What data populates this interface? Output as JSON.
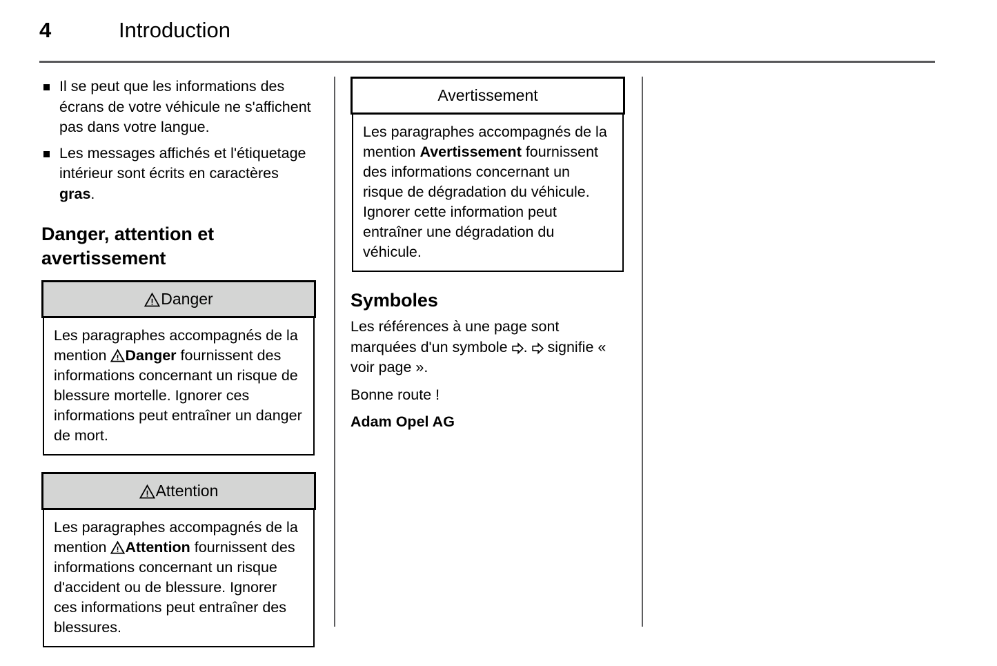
{
  "header": {
    "page_number": "4",
    "title": "Introduction"
  },
  "left_column": {
    "bullets": [
      {
        "text_before": "Il se peut que les informations des écrans de votre véhicule ne s'affichent pas dans votre langue.",
        "bold": "",
        "text_after": ""
      },
      {
        "text_before": "Les messages affichés et l'étiquetage intérieur sont écrits en caractères ",
        "bold": "gras",
        "text_after": "."
      }
    ],
    "heading": "Danger, attention et avertissement",
    "danger_box": {
      "icon": "warning-triangle-icon",
      "header_label": "Danger",
      "body_before": "Les paragraphes accompagnés de la mention ",
      "body_bold": "Danger",
      "body_after": " fournissent des informations concernant un risque de blessure mortelle. Ignorer ces informations peut entraîner un danger de mort."
    },
    "attention_box": {
      "icon": "warning-triangle-icon",
      "header_label": "Attention",
      "body_before": "Les paragraphes accompagnés de la mention ",
      "body_bold": "Attention",
      "body_after": " fournissent des informations concernant un risque d'accident ou de blessure. Ignorer ces informations peut entraîner des blessures."
    }
  },
  "middle_column": {
    "avertissement_box": {
      "header_label": "Avertissement",
      "body_before": "Les paragraphes accompagnés de la mention ",
      "body_bold": "Avertissement",
      "body_after": " fournissent des informations concernant un risque de dégradation du véhicule. Ignorer cette information peut entraîner une dégradation du véhicule."
    },
    "symboles": {
      "heading": "Symboles",
      "para1_before": "Les références à une page sont marquées d'un symbole ",
      "para1_mid": ". ",
      "para1_after": " signifie « voir page ».",
      "symbol_icon": "see-page-arrow-icon",
      "para2": "Bonne route !",
      "signature": "Adam Opel AG"
    }
  },
  "colors": {
    "notice_header_grey": "#d4d5d4",
    "rule_grey": "#58585a",
    "text_black": "#000000",
    "page_background": "#ffffff"
  }
}
